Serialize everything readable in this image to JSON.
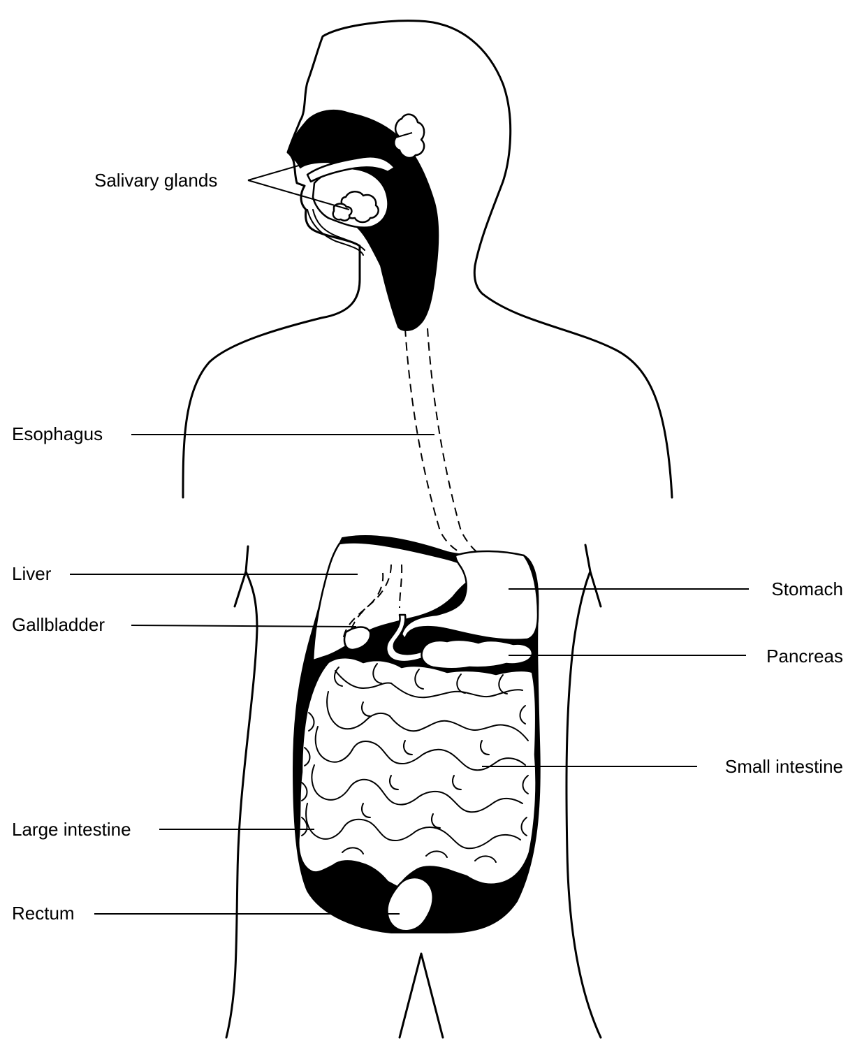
{
  "labels": {
    "salivary_glands": "Salivary glands",
    "esophagus": "Esophagus",
    "liver": "Liver",
    "gallbladder": "Gallbladder",
    "large_intestine": "Large intestine",
    "rectum": "Rectum",
    "stomach": "Stomach",
    "pancreas": "Pancreas",
    "small_intestine": "Small intestine"
  },
  "colors": {
    "line": "#000000",
    "background": "#ffffff"
  }
}
